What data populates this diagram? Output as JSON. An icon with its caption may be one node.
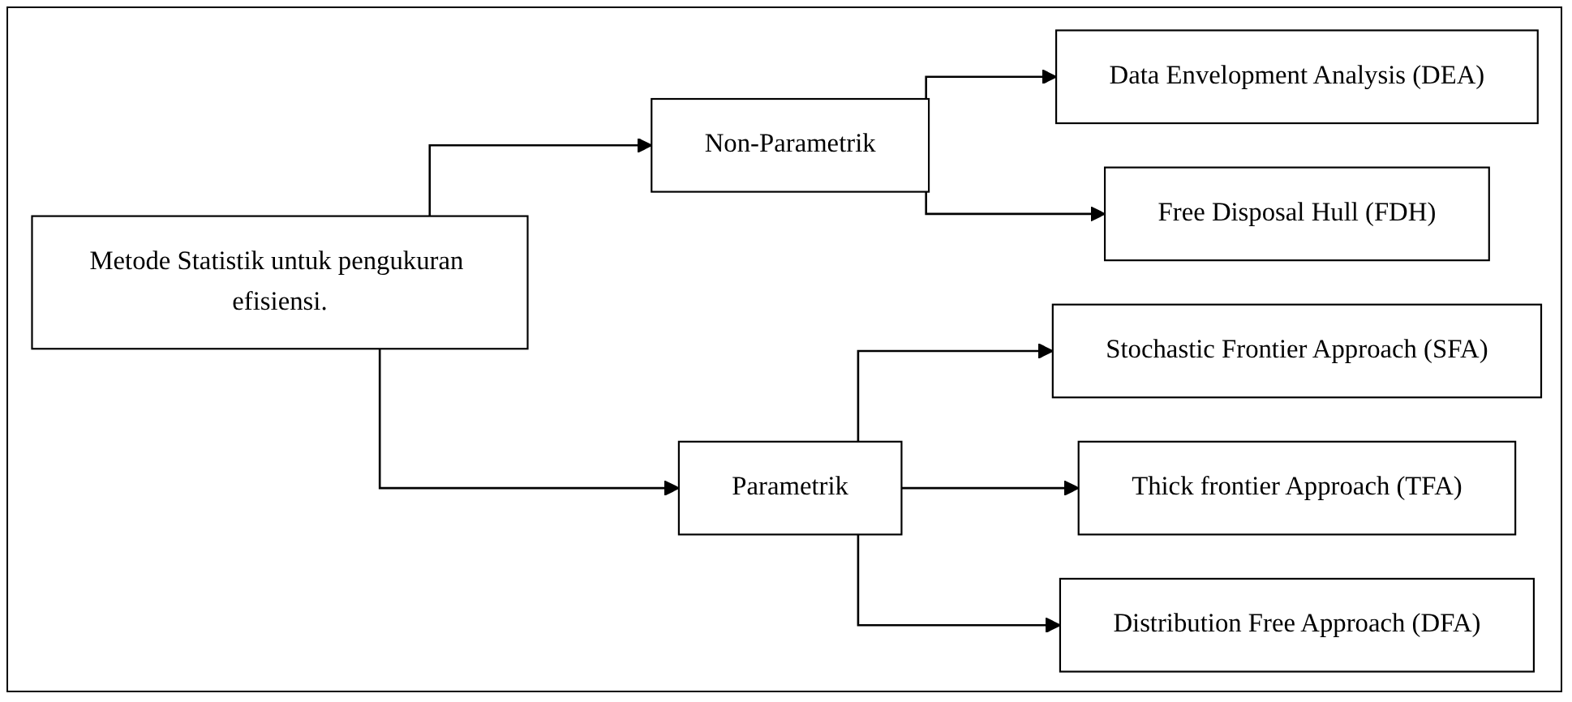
{
  "diagram": {
    "nodes": [
      {
        "text": [
          "Metode Statistik untuk pengukuran efisiensi."
        ]
      },
      {
        "text": [
          "Non-Parametrik"
        ]
      },
      {
        "text": [
          "Parametrik"
        ]
      },
      {
        "text": [
          "Data Envelopment Analysis (DEA)"
        ]
      },
      {
        "text": [
          "Free Disposal Hull (FDH)"
        ]
      },
      {
        "text": [
          "Stochastic Frontier Approach (SFA)"
        ]
      },
      {
        "text": [
          "Thick frontier Approach (TFA)"
        ]
      },
      {
        "text": [
          "Distribution Free Approach (DFA)"
        ]
      }
    ],
    "edges": [
      {
        "from": 0,
        "to": 1,
        "arrow": "to"
      },
      {
        "from": 0,
        "to": 2,
        "arrow": "to"
      },
      {
        "from": 1,
        "to": 3,
        "arrow": "to"
      },
      {
        "from": 1,
        "to": 4,
        "arrow": "to"
      },
      {
        "from": 2,
        "to": 5,
        "arrow": "to"
      },
      {
        "from": 2,
        "to": 6,
        "arrow": "to"
      },
      {
        "from": 2,
        "to": 7,
        "arrow": "to"
      }
    ]
  }
}
